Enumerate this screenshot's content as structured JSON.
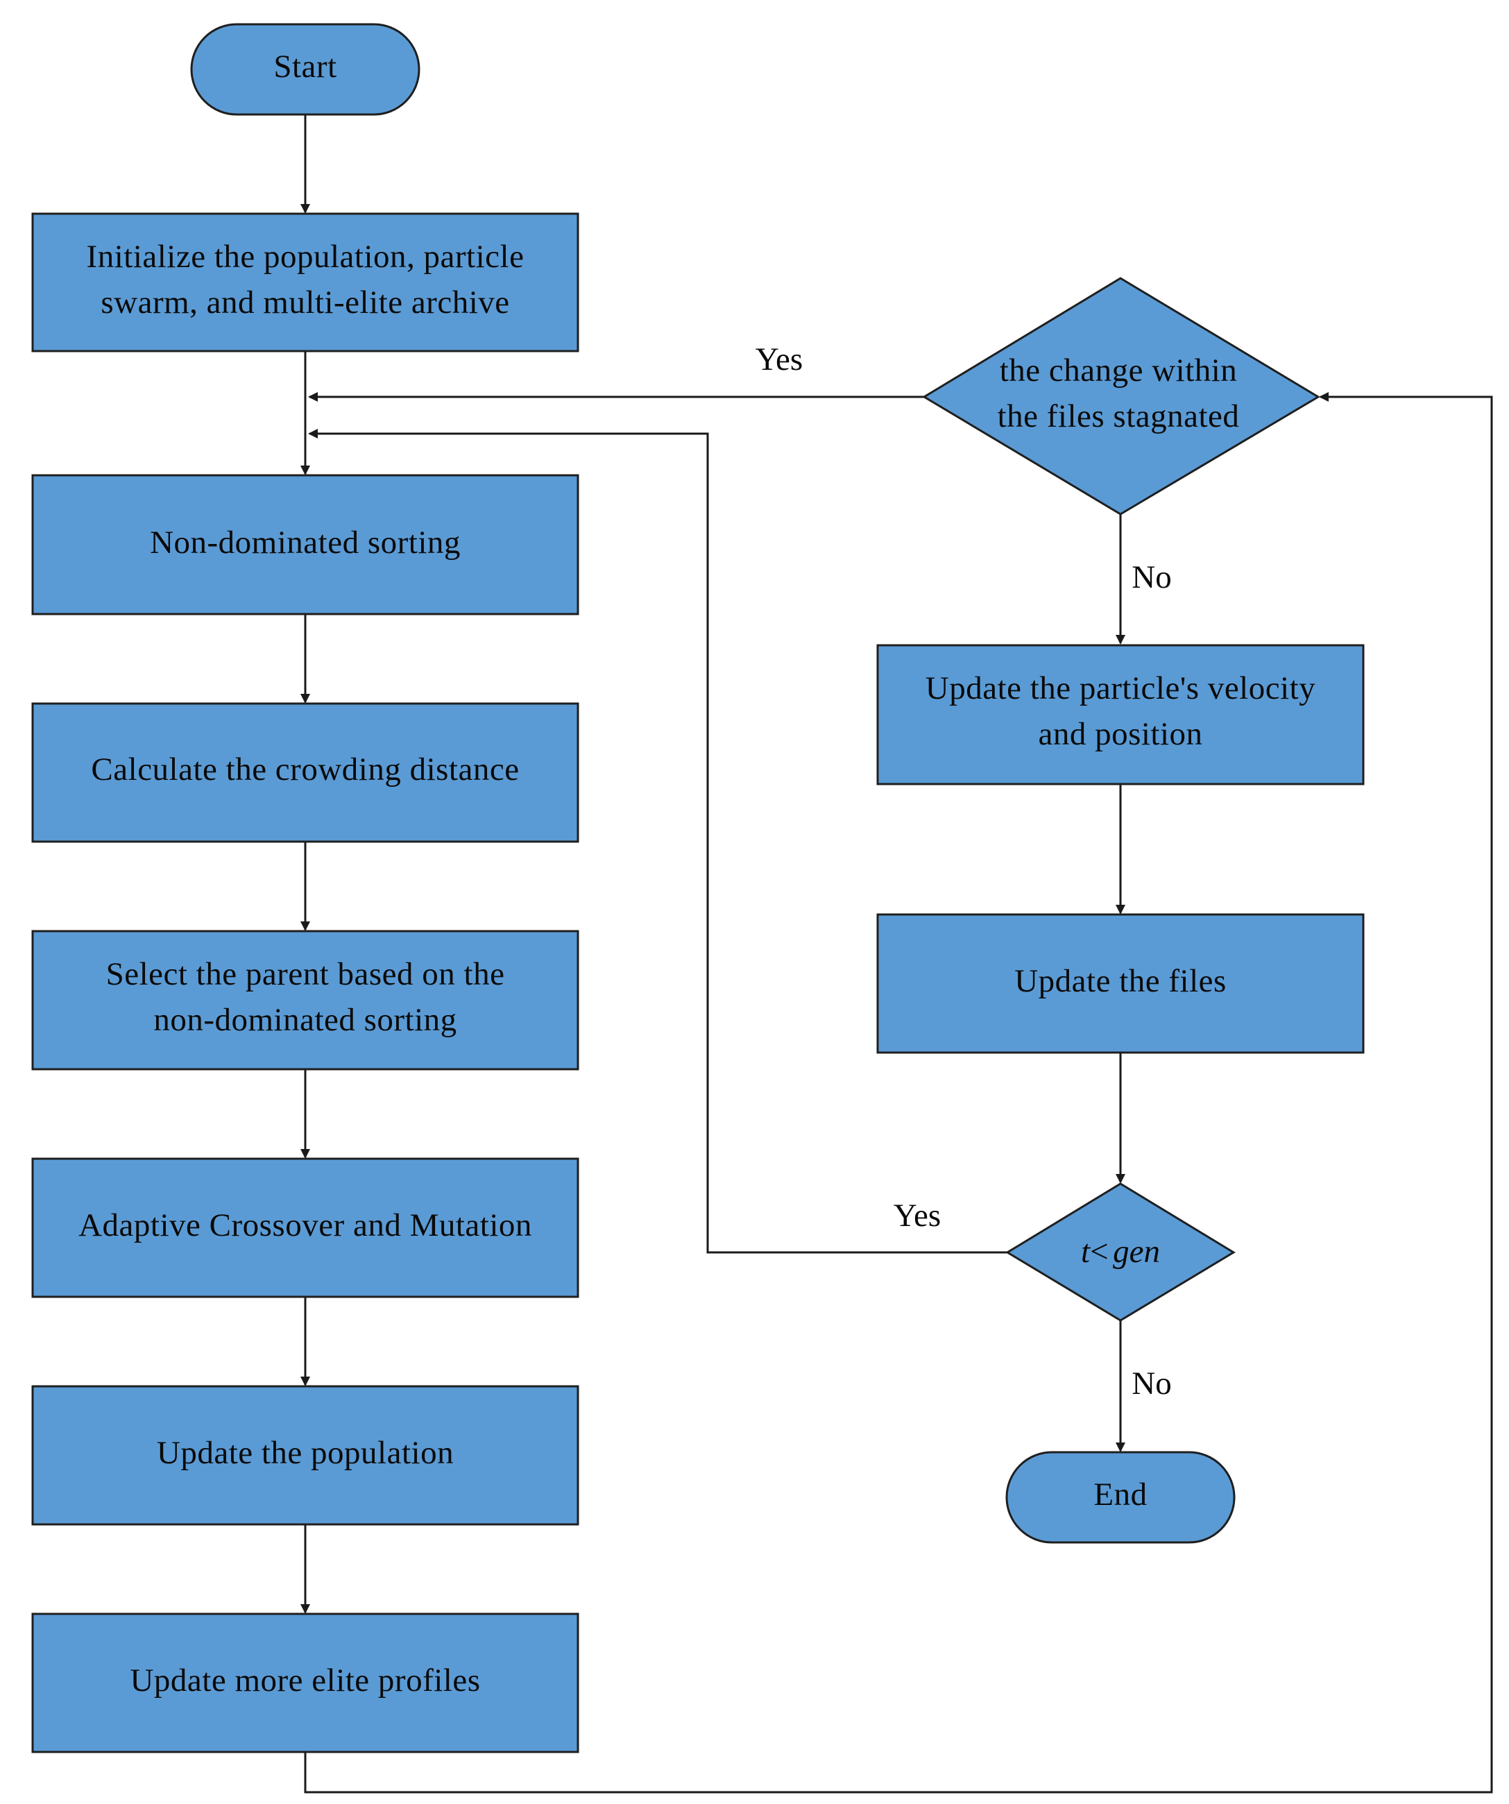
{
  "colors": {
    "fill": "#5b9bd5",
    "stroke": "#1f1f1f",
    "line": "#1a1a1a",
    "text": "#0a0a0a"
  },
  "nodes": {
    "start": {
      "label": "Start"
    },
    "init": {
      "line1": "Initialize the population, particle",
      "line2": "swarm, and multi-elite archive"
    },
    "nds": {
      "label": "Non-dominated sorting"
    },
    "crowd": {
      "label": "Calculate the crowding distance"
    },
    "select": {
      "line1": "Select the parent based on the",
      "line2": "non-dominated sorting"
    },
    "crossover": {
      "label": "Adaptive Crossover and Mutation"
    },
    "update_pop": {
      "label": "Update the population"
    },
    "update_elite": {
      "label": "Update more elite profiles"
    },
    "stagnated": {
      "line1": "the change within",
      "line2": "the files stagnated"
    },
    "update_particle": {
      "line1": "Update the particle's velocity",
      "line2": "and position"
    },
    "update_files": {
      "label": "Update the files"
    },
    "t_gen": {
      "var_t": "t",
      "op": "<",
      "var_gen": "gen"
    },
    "end": {
      "label": "End"
    }
  },
  "edges": {
    "stagnated_yes": "Yes",
    "stagnated_no": "No",
    "tgen_yes": "Yes",
    "tgen_no": "No"
  }
}
